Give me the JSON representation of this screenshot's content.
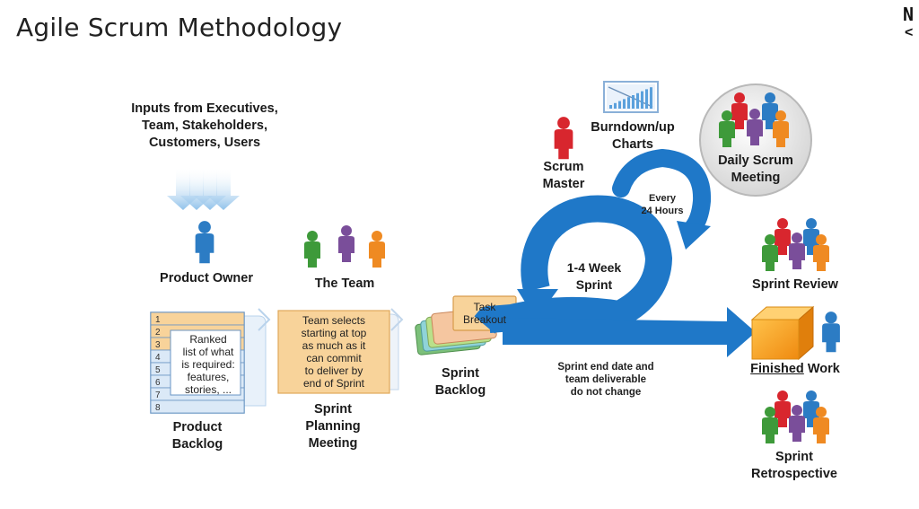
{
  "slide": {
    "title": "Agile Scrum Methodology",
    "corner_logo": "N",
    "corner_back": "<"
  },
  "inputs_label": "Inputs from Executives,\nTeam, Stakeholders,\nCustomers, Users",
  "product_owner_label": "Product Owner",
  "team_label": "The Team",
  "product_backlog": {
    "label": "Product\nBacklog",
    "rows": [
      "1",
      "2",
      "3",
      "4",
      "5",
      "6",
      "7",
      "8"
    ],
    "note": "Ranked\nlist of what\nis required:\nfeatures,\nstories, ..."
  },
  "sprint_planning": {
    "note": "Team selects\nstarting at top\nas much as it\ncan commit\nto deliver by\nend of Sprint",
    "label": "Sprint\nPlanning\nMeeting"
  },
  "sprint_backlog": {
    "task_note": "Task\nBreakout",
    "label": "Sprint\nBacklog"
  },
  "sprint_cycle_label": "1-4 Week\nSprint",
  "daily_cycle_label": "Every\n24 Hours",
  "scrum_master_label": "Scrum\nMaster",
  "burndown_label": "Burndown/up\nCharts",
  "daily_scrum_label": "Daily Scrum\nMeeting",
  "sprint_review_label": "Sprint Review",
  "finished_work": {
    "underlined": "Finished",
    "rest": " Work"
  },
  "sprint_retro_label": "Sprint\nRetrospective",
  "sprint_end_note": "Sprint end date and\nteam deliverable\ndo not change",
  "colors": {
    "arrow_blue": "#1f78c8",
    "backlog_blue": "#dbe9f7",
    "note_orange": "#f8d39a",
    "cube_orange": "#f49a1a",
    "person_red": "#d8262e",
    "person_green": "#3e9a3a",
    "person_purple": "#7a4e9a",
    "person_orange": "#ef8a22",
    "person_blue": "#2c7cc4"
  }
}
